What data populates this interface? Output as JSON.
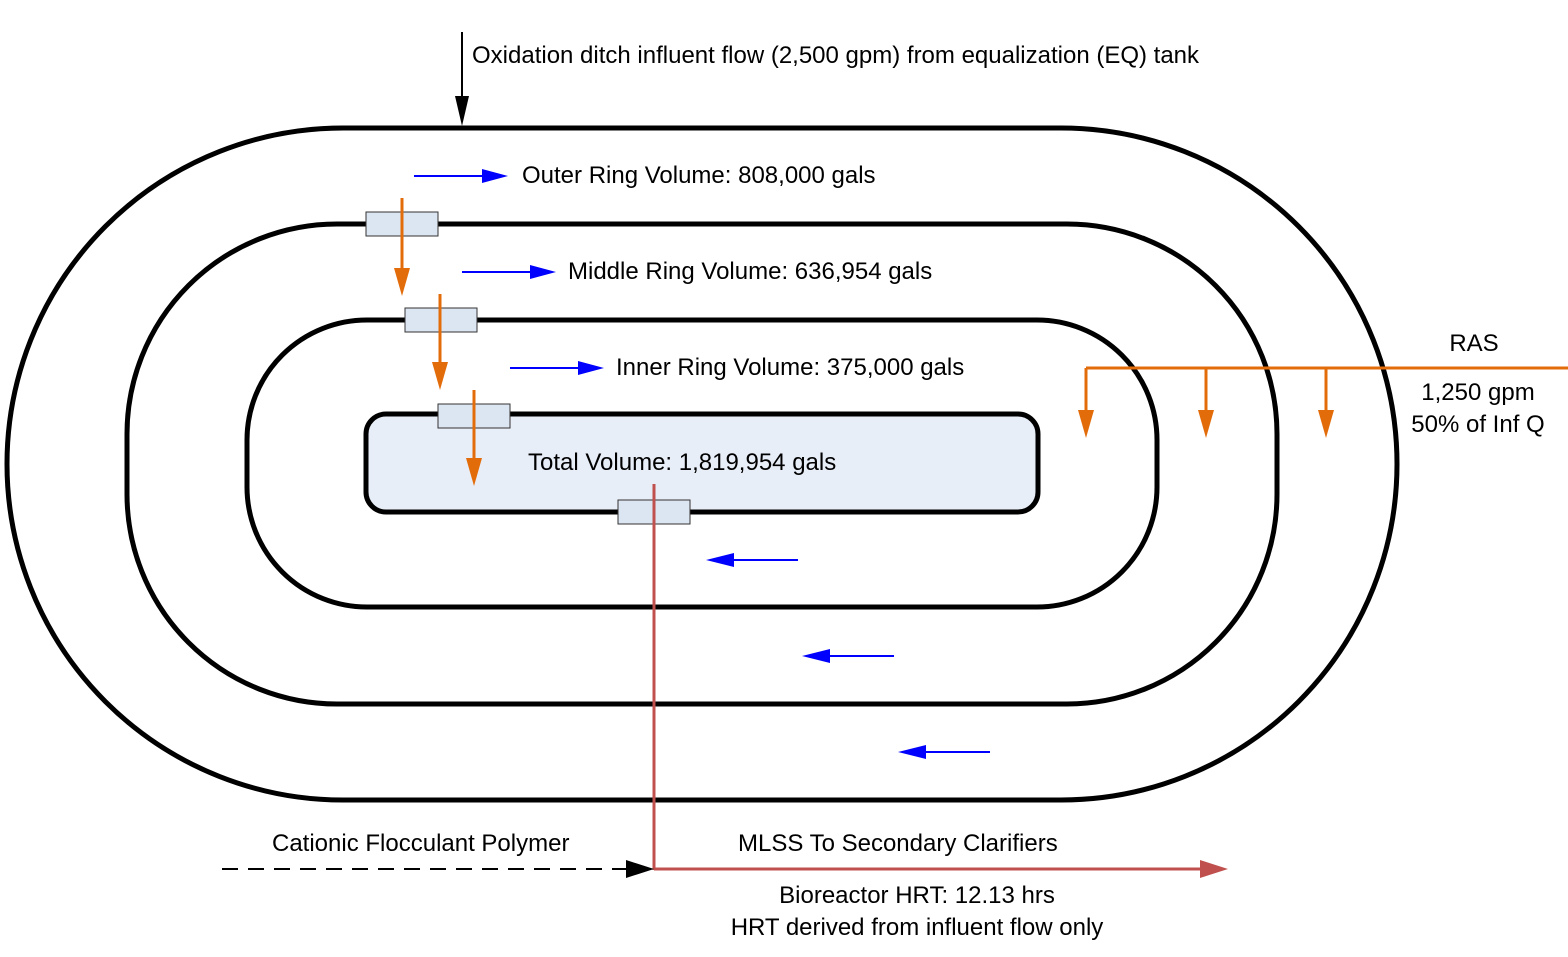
{
  "labels": {
    "influent": "Oxidation ditch influent flow (2,500 gpm) from equalization (EQ) tank",
    "outer_ring": "Outer Ring Volume: 808,000 gals",
    "middle_ring": "Middle Ring Volume: 636,954 gals",
    "inner_ring": "Inner Ring Volume: 375,000 gals",
    "total_volume": "Total Volume: 1,819,954 gals",
    "ras": "RAS",
    "ras_flow": "1,250 gpm",
    "ras_percent": "50% of Inf Q",
    "polymer": "Cationic Flocculant Polymer",
    "mlss": "MLSS To Secondary Clarifiers",
    "hrt": "Bioreactor HRT: 12.13 hrs",
    "hrt_note": "HRT derived from influent flow only"
  },
  "colors": {
    "outline": "#000000",
    "flow_arrow": "#0000ff",
    "transfer_arrow": "#e36c0a",
    "ras_line": "#e36c0a",
    "effluent_line": "#c0504d",
    "core_fill": "#e8eef8",
    "gate_fill": "#dce6f2"
  }
}
